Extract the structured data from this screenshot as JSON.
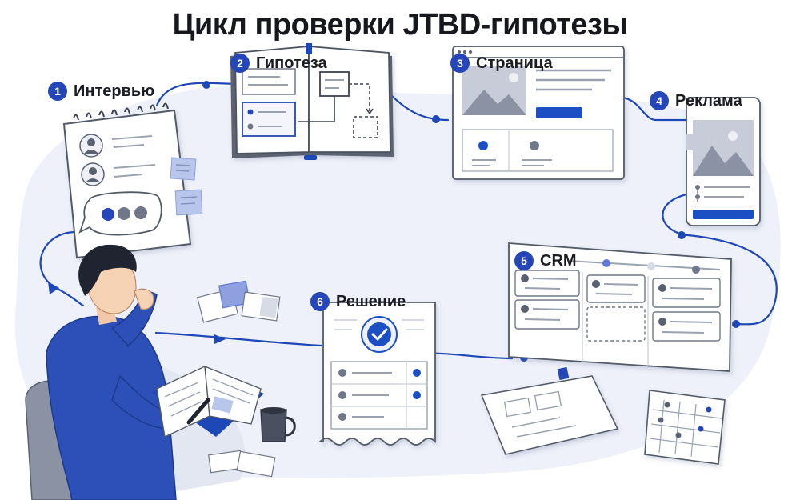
{
  "title": "Цикл проверки JTBD-гипотезы",
  "steps": [
    {
      "number": "1",
      "label": "Интервью"
    },
    {
      "number": "2",
      "label": "Гипотеза"
    },
    {
      "number": "3",
      "label": "Страница"
    },
    {
      "number": "4",
      "label": "Реклама"
    },
    {
      "number": "5",
      "label": "CRM"
    },
    {
      "number": "6",
      "label": "Решение"
    }
  ],
  "colors": {
    "accent": "#1d4fc4",
    "badge": "#2446b8",
    "ink": "#1b1d22",
    "path": "#1e48b8",
    "backdrop": "#eef1f9"
  }
}
